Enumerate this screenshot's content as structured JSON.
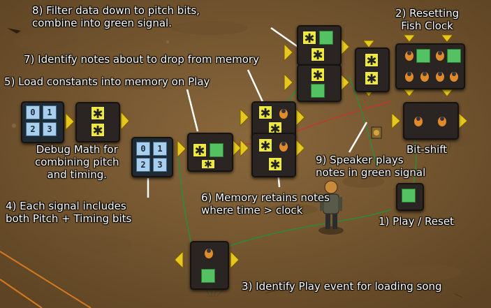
{
  "game": {
    "annotations": {
      "filter": "8) Filter data down to pitch bits,\ncombine into green signal.",
      "resetting": "2) Resetting\nFish Clock",
      "identify_notes": "7) Identify notes about to drop from memory",
      "load_constants": "5) Load constants into memory on Play",
      "debug_math": "Debug Math for\ncombining pitch\nand timing.",
      "bitshift": "Bit-shift",
      "speaker": "9) Speaker plays\nnotes in green signal",
      "each_signal": "4) Each signal includes\nboth Pitch + Timing bits",
      "memory": "6) Memory retains notes\nwhere time > clock",
      "play_reset": "1) Play / Reset",
      "identify_play": "3) Identify Play event for loading song"
    },
    "signal_digits": [
      "0",
      "1",
      "2",
      "3"
    ],
    "icon_glyphs": {
      "each": "✱"
    },
    "colors": {
      "ground": "#7a5a33",
      "signal_yellow": "#efe93c",
      "signal_green": "#54c262",
      "arrow_yellow": "#e6c81e",
      "wire_green": "#2d8a3a",
      "wire_red": "#c0392b",
      "digit_blue": "#a9cfee"
    },
    "icons": [
      "each-signal-icon",
      "green-signal-icon",
      "fish-icon",
      "arrow-icon",
      "player-character",
      "speaker-icon"
    ]
  }
}
